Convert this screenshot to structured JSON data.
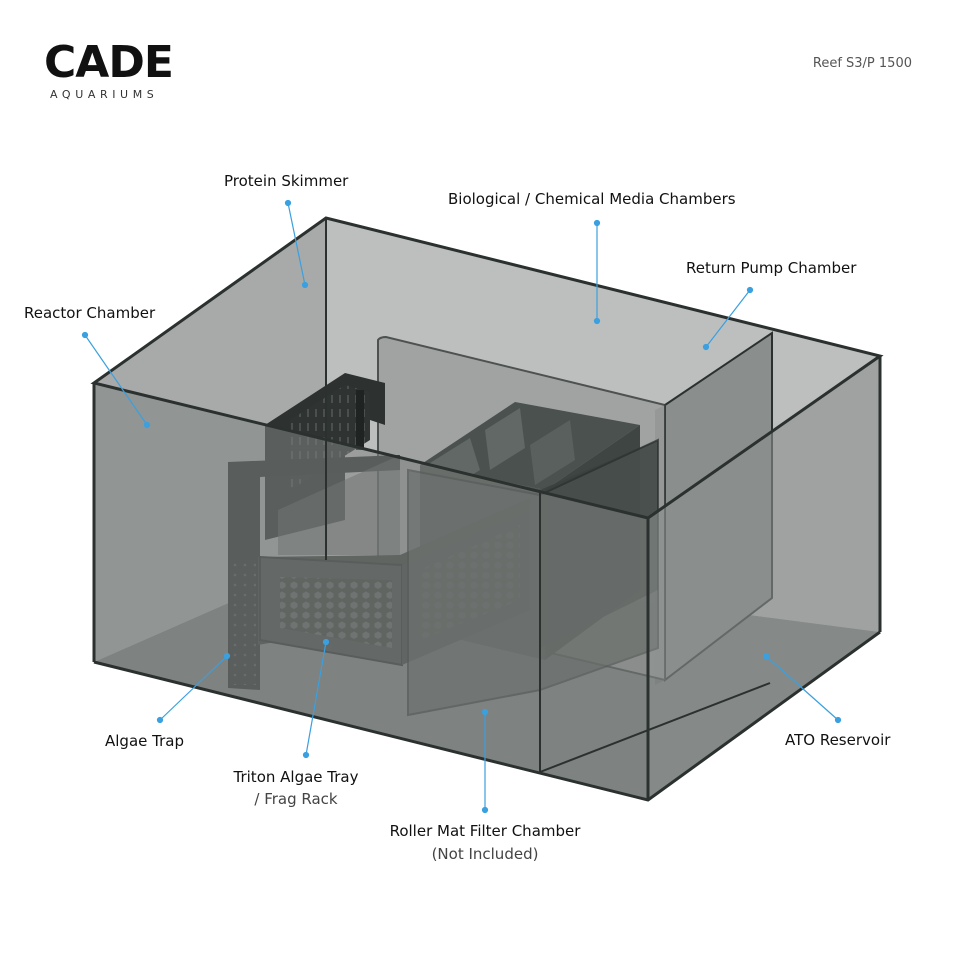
{
  "brand": {
    "name": "CADE",
    "sub": "AQUARIUMS"
  },
  "model": "Reef S3/P 1500",
  "labels": {
    "protein_skimmer": "Protein Skimmer",
    "bio_chem_media": "Biological / Chemical Media Chambers",
    "return_pump": "Return Pump Chamber",
    "reactor_chamber": "Reactor Chamber",
    "algae_trap": "Algae Trap",
    "triton_tray": "Triton Algae Tray",
    "triton_tray_sub": "/ Frag Rack",
    "roller_mat": "Roller Mat Filter Chamber",
    "roller_mat_sub": "(Not Included)",
    "ato_reservoir": "ATO Reservoir"
  },
  "colors": {
    "leader": "#3aa0e0",
    "glass_edge": "#2b312f",
    "glass_fill": "#8f9492",
    "baffle": "#3c423f"
  }
}
